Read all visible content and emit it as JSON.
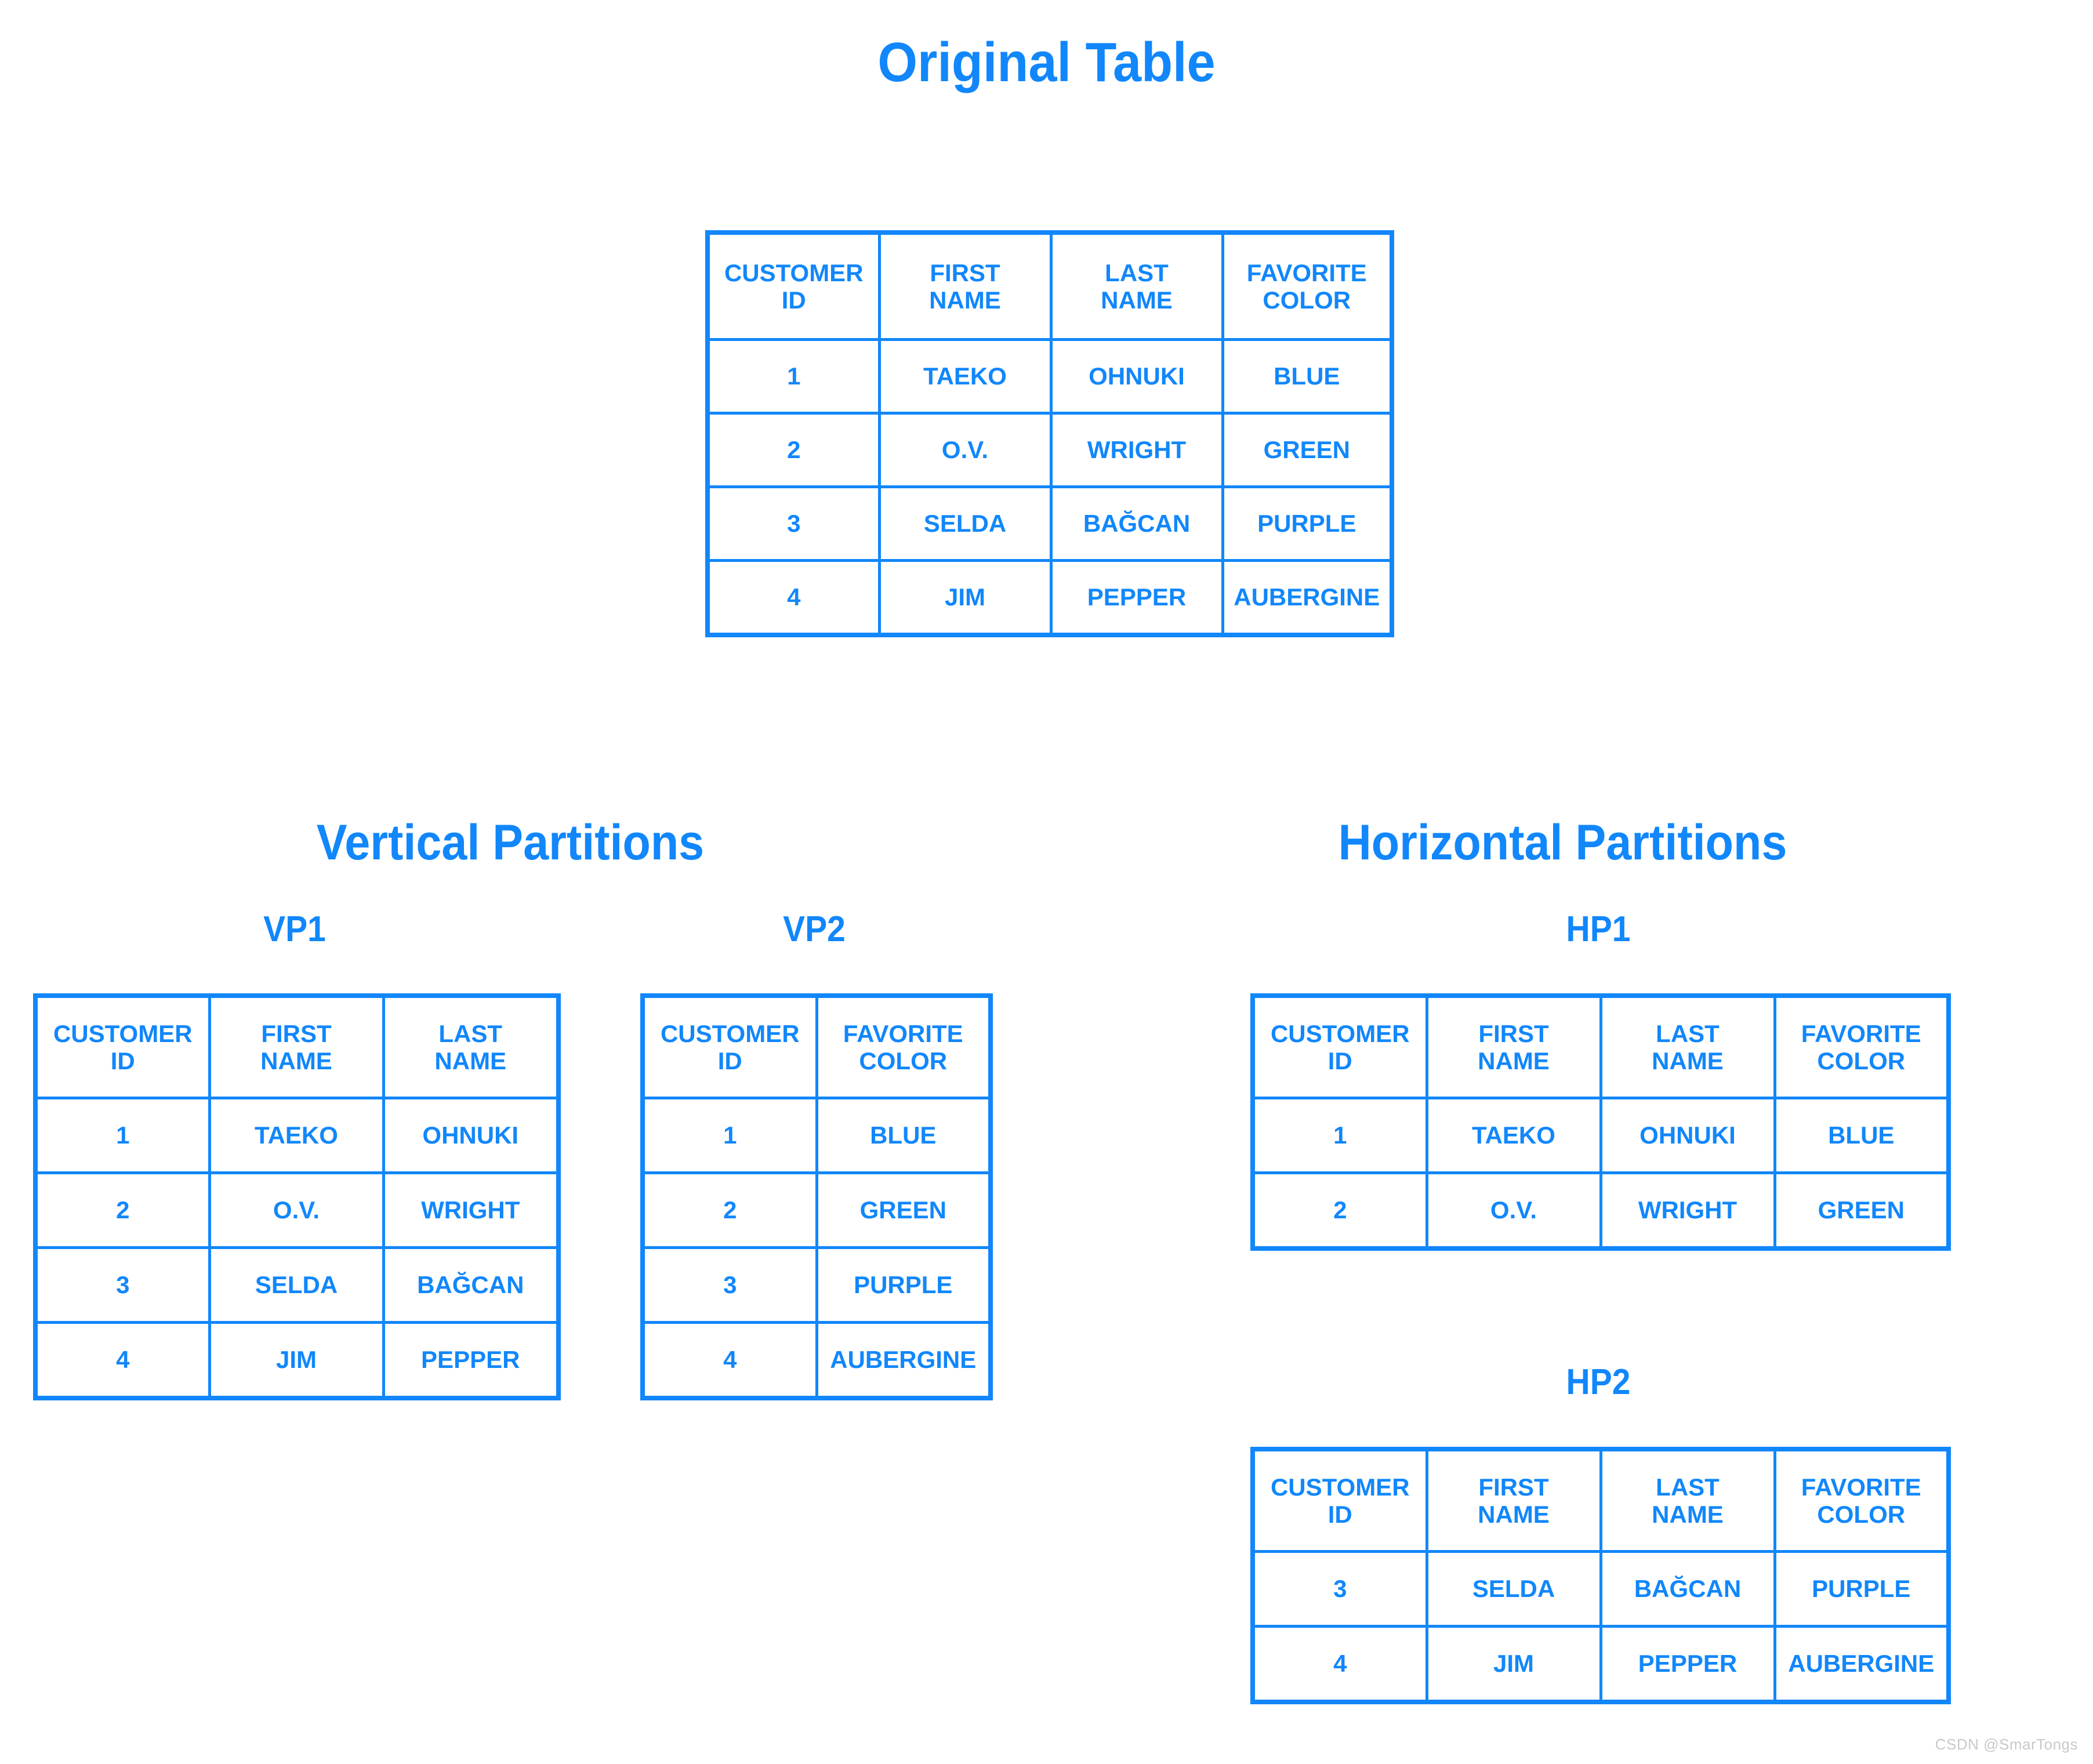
{
  "page": {
    "accent_color": "#1187fb",
    "background_color": "#ffffff",
    "watermark": "CSDN @SmarTongs"
  },
  "headings": {
    "original": "Original Table",
    "vertical": "Vertical Partitions",
    "horizontal": "Horizontal Partitions",
    "vp1": "VP1",
    "vp2": "VP2",
    "hp1": "HP1",
    "hp2": "HP2"
  },
  "tables": {
    "original": {
      "name": "Original Table",
      "columns": [
        "CUSTOMER\nID",
        "FIRST\nNAME",
        "LAST\nNAME",
        "FAVORITE\nCOLOR"
      ],
      "rows": [
        [
          "1",
          "TAEKO",
          "OHNUKI",
          "BLUE"
        ],
        [
          "2",
          "O.V.",
          "WRIGHT",
          "GREEN"
        ],
        [
          "3",
          "SELDA",
          "BAĞCAN",
          "PURPLE"
        ],
        [
          "4",
          "JIM",
          "PEPPER",
          "AUBERGINE"
        ]
      ]
    },
    "vp1": {
      "name": "VP1",
      "columns": [
        "CUSTOMER\nID",
        "FIRST\nNAME",
        "LAST\nNAME"
      ],
      "rows": [
        [
          "1",
          "TAEKO",
          "OHNUKI"
        ],
        [
          "2",
          "O.V.",
          "WRIGHT"
        ],
        [
          "3",
          "SELDA",
          "BAĞCAN"
        ],
        [
          "4",
          "JIM",
          "PEPPER"
        ]
      ]
    },
    "vp2": {
      "name": "VP2",
      "columns": [
        "CUSTOMER\nID",
        "FAVORITE\nCOLOR"
      ],
      "rows": [
        [
          "1",
          "BLUE"
        ],
        [
          "2",
          "GREEN"
        ],
        [
          "3",
          "PURPLE"
        ],
        [
          "4",
          "AUBERGINE"
        ]
      ]
    },
    "hp1": {
      "name": "HP1",
      "columns": [
        "CUSTOMER\nID",
        "FIRST\nNAME",
        "LAST\nNAME",
        "FAVORITE\nCOLOR"
      ],
      "rows": [
        [
          "1",
          "TAEKO",
          "OHNUKI",
          "BLUE"
        ],
        [
          "2",
          "O.V.",
          "WRIGHT",
          "GREEN"
        ]
      ]
    },
    "hp2": {
      "name": "HP2",
      "columns": [
        "CUSTOMER\nID",
        "FIRST\nNAME",
        "LAST\nNAME",
        "FAVORITE\nCOLOR"
      ],
      "rows": [
        [
          "3",
          "SELDA",
          "BAĞCAN",
          "PURPLE"
        ],
        [
          "4",
          "JIM",
          "PEPPER",
          "AUBERGINE"
        ]
      ]
    }
  }
}
